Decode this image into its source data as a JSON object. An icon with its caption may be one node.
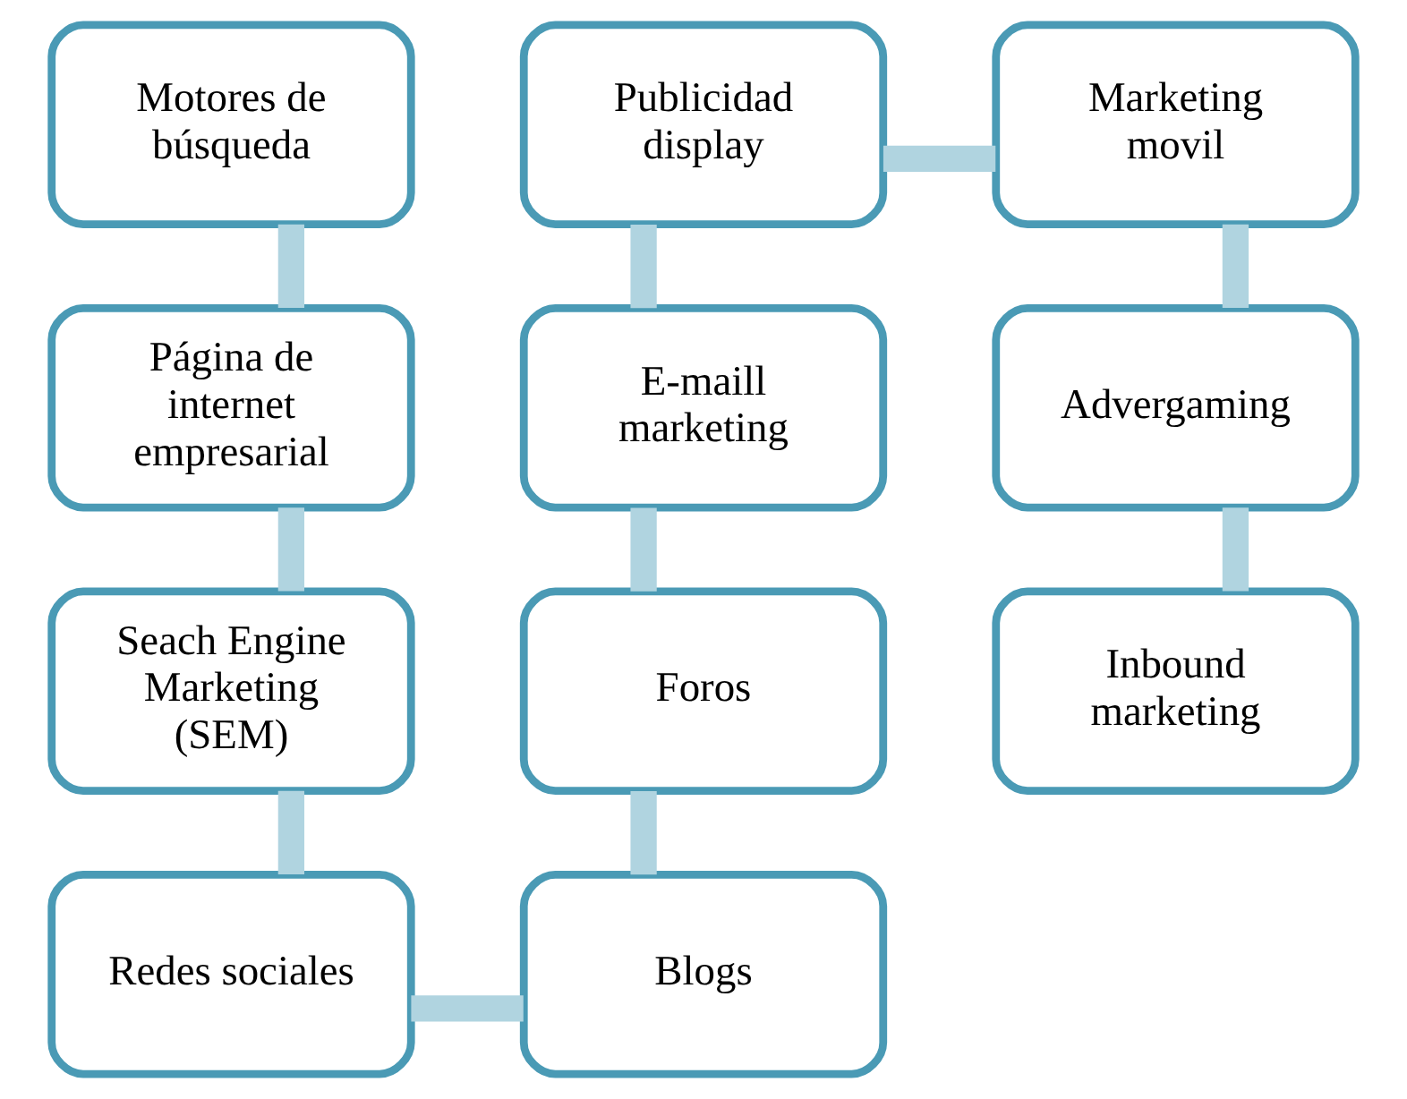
{
  "diagram": {
    "nodes": [
      {
        "text": [
          "Motores de búsqueda"
        ]
      },
      {
        "text": [
          "Página de internet empresarial"
        ]
      },
      {
        "text": [
          "Seach Engine Marketing (SEM)"
        ]
      },
      {
        "text": [
          "Redes sociales"
        ]
      },
      {
        "text": [
          "Blogs"
        ]
      },
      {
        "text": [
          "Foros"
        ]
      },
      {
        "text": [
          "E-maill marketing"
        ]
      },
      {
        "text": [
          "Publicidad display"
        ]
      },
      {
        "text": [
          "Marketing movil"
        ]
      },
      {
        "text": [
          "Advergaming"
        ]
      },
      {
        "text": [
          "Inbound marketing"
        ]
      }
    ],
    "edges": [
      {
        "from": 0,
        "to": 1,
        "arrow": "none"
      },
      {
        "from": 1,
        "to": 2,
        "arrow": "none"
      },
      {
        "from": 2,
        "to": 3,
        "arrow": "none"
      },
      {
        "from": 3,
        "to": 4,
        "arrow": "none"
      },
      {
        "from": 4,
        "to": 5,
        "arrow": "none"
      },
      {
        "from": 5,
        "to": 6,
        "arrow": "none"
      },
      {
        "from": 6,
        "to": 7,
        "arrow": "none"
      },
      {
        "from": 7,
        "to": 8,
        "arrow": "none"
      },
      {
        "from": 8,
        "to": 9,
        "arrow": "none"
      },
      {
        "from": 9,
        "to": 10,
        "arrow": "none"
      }
    ]
  }
}
